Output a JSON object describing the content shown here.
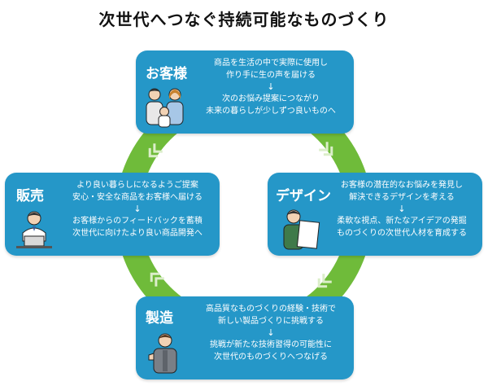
{
  "title": "次世代へつなぐ持続可能なものづくり",
  "colors": {
    "card": "#2597c8",
    "ring": "#6fbb3a",
    "ring_light": "#dbeec9"
  },
  "nodes": {
    "customer": {
      "label": "お客様",
      "line1": "商品を生活の中で実際に使用し",
      "line2": "作り手に生の声を届ける",
      "arrow": "↓",
      "line3": "次のお悩み提案につながり",
      "line4": "未来の暮らしが少しずつ良いものへ",
      "icon": "family-icon"
    },
    "design": {
      "label": "デザイン",
      "line1": "お客様の潜在的なお悩みを発見し",
      "line2": "解決できるデザインを考える",
      "arrow": "↓",
      "line3": "柔軟な視点、新たなアイデアの発掘",
      "line4": "ものづくりの次世代人材を育成する",
      "icon": "designer-icon"
    },
    "manufacturing": {
      "label": "製造",
      "line1": "高品質なものづくりの経験・技術で",
      "line2": "新しい製品づくりに挑戦する",
      "arrow": "↓",
      "line3": "挑戦が新たな技術習得の可能性に",
      "line4": "次世代のものづくりへつなげる",
      "icon": "worker-icon"
    },
    "sales": {
      "label": "販売",
      "line1": "より良い暮らしになるようご提案",
      "line2": "安心・安全な商品をお客様へ届ける",
      "arrow": "↓",
      "line3": "お客様からのフィードバックを蓄積",
      "line4": "次世代に向けたより良い商品開発へ",
      "icon": "salesperson-icon"
    }
  }
}
